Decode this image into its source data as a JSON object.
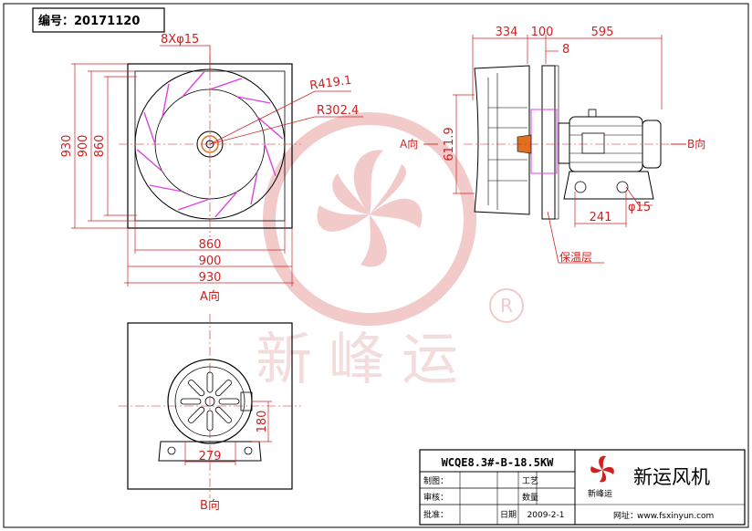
{
  "drawing_no": "编号：20171120",
  "colors": {
    "dim": "#d02020",
    "blade": "#e040e0",
    "line": "#000000",
    "hatch": "#7f7f7f",
    "watermark": "#e8a0a0"
  },
  "front_view": {
    "holes": "8Xφ15",
    "r_outer": "R419.1",
    "r_inner": "R302.4",
    "dim_930_v": "930",
    "dim_900_v": "900",
    "dim_860_v": "860",
    "dim_860_h": "860",
    "dim_900_h": "900",
    "dim_930_h": "930",
    "caption": "A向"
  },
  "side_view": {
    "dim_334": "334",
    "dim_100": "100",
    "dim_595": "595",
    "dim_8": "8",
    "dim_611": "611.9",
    "dim_241": "241",
    "dim_15": "φ15",
    "label_a": "A向",
    "label_b": "B向",
    "insulation": "保温层"
  },
  "bottom_view": {
    "dim_180": "180",
    "dim_279": "279",
    "caption": "B向"
  },
  "watermark": {
    "text": "新峰运",
    "registered": "R"
  },
  "title_block": {
    "model": "WCQE8.3#-B-18.5KW",
    "company": "新运风机",
    "logo_text": "新峰运",
    "website_label": "网址：",
    "website": "www.fsxinyun.com",
    "rows": [
      {
        "label": "制图：",
        "right_label": "工艺"
      },
      {
        "label": "审核：",
        "right_label": "数量"
      },
      {
        "label": "批准：",
        "mid_label": "日期",
        "date": "2009-2-1"
      }
    ]
  }
}
